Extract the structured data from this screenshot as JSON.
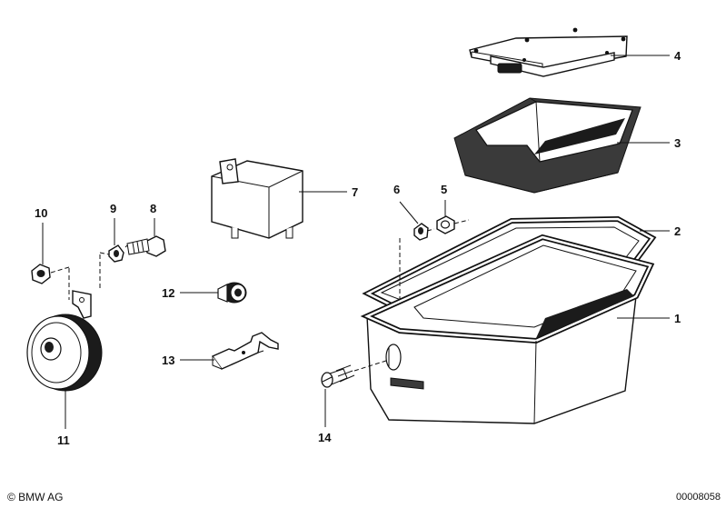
{
  "labels": {
    "p1": "1",
    "p2": "2",
    "p3": "3",
    "p4": "4",
    "p5": "5",
    "p6": "6",
    "p7": "7",
    "p8": "8",
    "p9": "9",
    "p10": "10",
    "p11": "11",
    "p12": "12",
    "p13": "13",
    "p14": "14"
  },
  "footer": {
    "copyright": "© BMW AG",
    "doc_number": "00008058"
  }
}
